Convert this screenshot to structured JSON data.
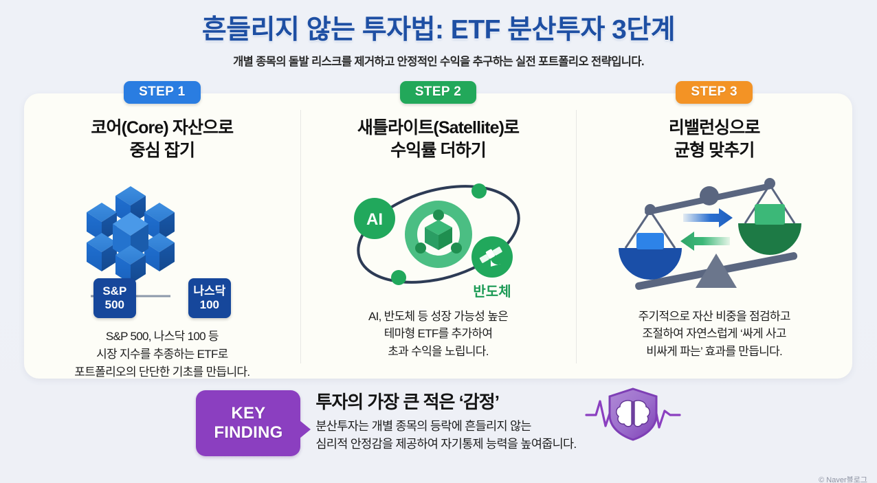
{
  "header": {
    "title": "흔들리지 않는 투자법: ETF 분산투자 3단계",
    "subtitle": "개별 종목의 돌발 리스크를 제거하고 안정적인 수익을 추구하는 실전 포트폴리오 전략입니다.",
    "title_color": "#1e4fa3"
  },
  "steps": [
    {
      "badge": "STEP 1",
      "badge_color": "#2a7de1",
      "heading": "코어(Core) 자산으로\n중심 잡기",
      "body": "S&P 500, 나스닥 100 등\n시장 지수를 추종하는 ETF로\n포트폴리오의 단단한 기초를 만듭니다.",
      "art": "cube-cluster-diagram",
      "labels": {
        "left_box_line1": "S&P",
        "left_box_line2": "500",
        "right_box_line1": "나스닥",
        "right_box_line2": "100"
      },
      "art_colors": {
        "cube": "#1f6fd0",
        "box": "#16479b"
      }
    },
    {
      "badge": "STEP 2",
      "badge_color": "#22a85a",
      "heading": "새틀라이트(Satellite)로\n수익률 더하기",
      "body": "AI, 반도체 등 성장 가능성 높은\n테마형 ETF를 추가하여\n초과 수익을 노립니다.",
      "art": "orbit-satellite-diagram",
      "labels": {
        "orbit_node_1": "AI",
        "orbit_node_2": "반도체"
      },
      "art_colors": {
        "green": "#21a85c",
        "orbit": "#2d3b55"
      }
    },
    {
      "badge": "STEP 3",
      "badge_color": "#f39325",
      "heading": "리밸런싱으로\n균형 맞추기",
      "body": "주기적으로 자산 비중을 점검하고\n조절하여 자연스럽게 ‘싸게 사고\n비싸게 파는’ 효과를 만듭니다.",
      "art": "balance-scale-diagram",
      "art_colors": {
        "blue": "#1a4fa8",
        "green": "#1d7a45",
        "frame": "#5a6680"
      }
    }
  ],
  "key_finding": {
    "badge_line1": "KEY",
    "badge_line2": "FINDING",
    "badge_color": "#8b3fc0",
    "title": "투자의 가장 큰 적은 ‘감정’",
    "description": "분산투자는 개별 종목의 등락에 흔들리지 않는\n심리적 안정감을 제공하여 자기통제 능력을 높여줍니다.",
    "icon": "brain-shield-icon"
  },
  "watermark": "© Naver블로그"
}
